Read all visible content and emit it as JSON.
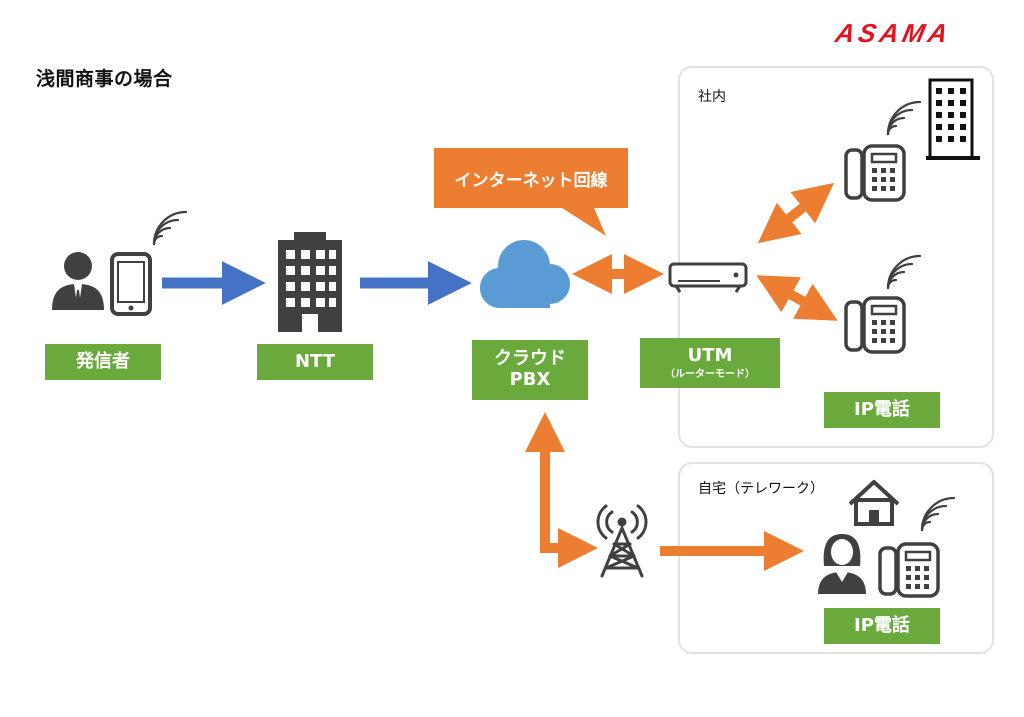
{
  "header": {
    "title": "浅間商事の場合",
    "logo_text": "ASAMA"
  },
  "colors": {
    "orange": "#ed7d31",
    "blue": "#4472c4",
    "green": "#6aaa3c",
    "cloud": "#5b9bd5",
    "logo_red": "#e0141e",
    "icon_dark": "#404040"
  },
  "nodes": {
    "caller": {
      "label": "発信者"
    },
    "ntt": {
      "label": "NTT"
    },
    "cloud_pbx": {
      "label_line1": "クラウド",
      "label_line2": "PBX"
    },
    "utm": {
      "label": "UTM",
      "sublabel": "（ルーターモード）"
    },
    "office_phone": {
      "label": "IP電話"
    },
    "home_phone": {
      "label": "IP電話"
    }
  },
  "callout": {
    "text": "インターネット回線"
  },
  "zones": {
    "office": {
      "label": "社内"
    },
    "home": {
      "label": "自宅（テレワーク）"
    }
  },
  "icons": [
    "person-icon",
    "smartphone-icon",
    "wifi-signal-icon",
    "building-icon",
    "cloud-icon",
    "router-icon",
    "desk-phone-icon",
    "office-building-icon",
    "cell-tower-icon",
    "house-icon",
    "woman-icon"
  ]
}
